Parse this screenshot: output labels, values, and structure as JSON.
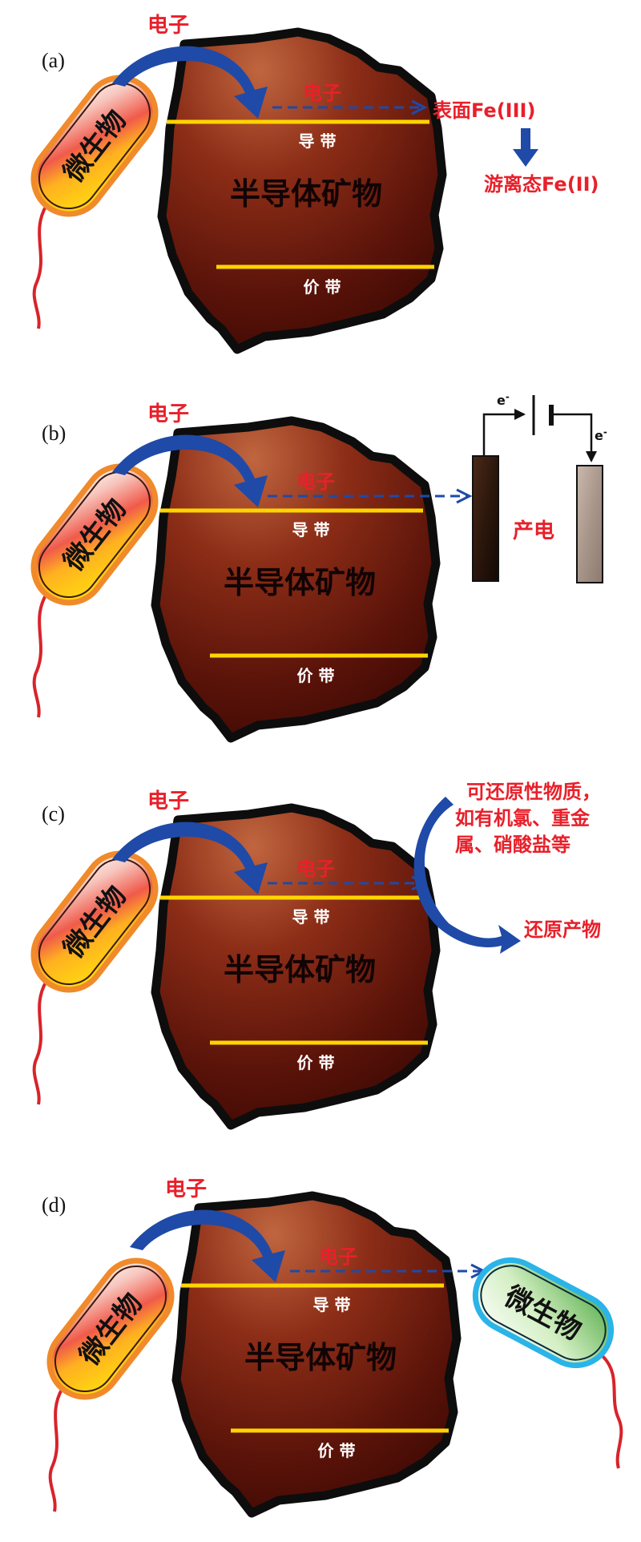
{
  "colors": {
    "electron_flow": "#1f4aa8",
    "red_text": "#e8202a",
    "band_line": "#ffd400",
    "mineral_edge": "#0d0d0d",
    "microbe_border_orange": "#f08a2a",
    "microbe_border_blue": "#2ab4e8",
    "tail": "#d8232a"
  },
  "panels": [
    {
      "label": "(a)",
      "electron_label": "电子",
      "cb_electron_label": "电子",
      "mineral_label": "半导体矿物",
      "conduction_band": "导 带",
      "valence_band": "价 带",
      "microbe_label": "微生物",
      "target": {
        "surface_label": "表面Fe(III)",
        "free_label": "游离态Fe(II)"
      }
    },
    {
      "label": "(b)",
      "electron_label": "电子",
      "cb_electron_label": "电子",
      "mineral_label": "半导体矿物",
      "conduction_band": "导 带",
      "valence_band": "价 带",
      "microbe_label": "微生物",
      "target": {
        "electricity_label": "产电",
        "e_left": "e",
        "e_right": "e",
        "e_sup": "-"
      }
    },
    {
      "label": "(c)",
      "electron_label": "电子",
      "cb_electron_label": "电子",
      "mineral_label": "半导体矿物",
      "conduction_band": "导 带",
      "valence_band": "价 带",
      "microbe_label": "微生物",
      "target": {
        "reducible_line1": "可还原性物质，",
        "reducible_line2": "如有机氯、重金",
        "reducible_line3": "属、硝酸盐等",
        "product_label": "还原产物"
      }
    },
    {
      "label": "(d)",
      "electron_label": "电子",
      "cb_electron_label": "电子",
      "mineral_label": "半导体矿物",
      "conduction_band": "导 带",
      "valence_band": "价 带",
      "microbe_label": "微生物",
      "target": {
        "microbe_label": "微生物"
      }
    }
  ]
}
